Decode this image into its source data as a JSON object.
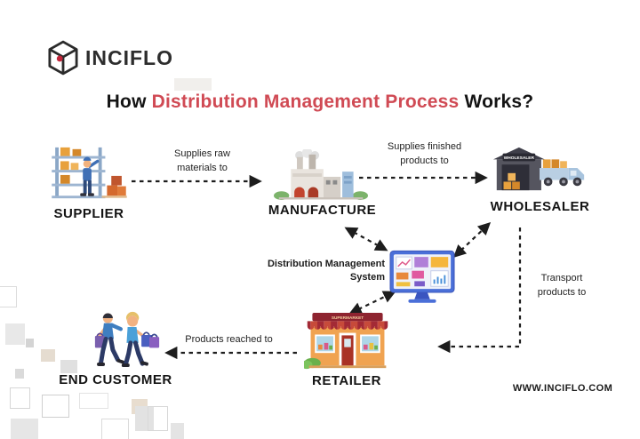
{
  "brand": {
    "logo_text": "INCIFLO",
    "website": "WWW.INCIFLO.COM"
  },
  "title": {
    "prefix": "How",
    "highlight": "Distribution Management Process",
    "suffix": "Works?",
    "highlight_color": "#d04a54"
  },
  "nodes": {
    "supplier": {
      "label": "SUPPLIER"
    },
    "manufacture": {
      "label": "MANUFACTURE"
    },
    "wholesaler": {
      "label": "WHOLESALER",
      "sign": "WHOLESALER"
    },
    "dms": {
      "label": "Distribution Management\nSystem"
    },
    "retailer": {
      "label": "RETAILER",
      "sign": "SUPERMARKET"
    },
    "end_customer": {
      "label": "END CUSTOMER"
    }
  },
  "edges": {
    "supplier_to_manufacture": "Supplies raw\nmaterials to",
    "manufacture_to_wholesaler": "Supplies finished\nproducts to",
    "wholesaler_to_retailer": "Transport\nproducts to",
    "retailer_to_end_customer": "Products reached to"
  }
}
